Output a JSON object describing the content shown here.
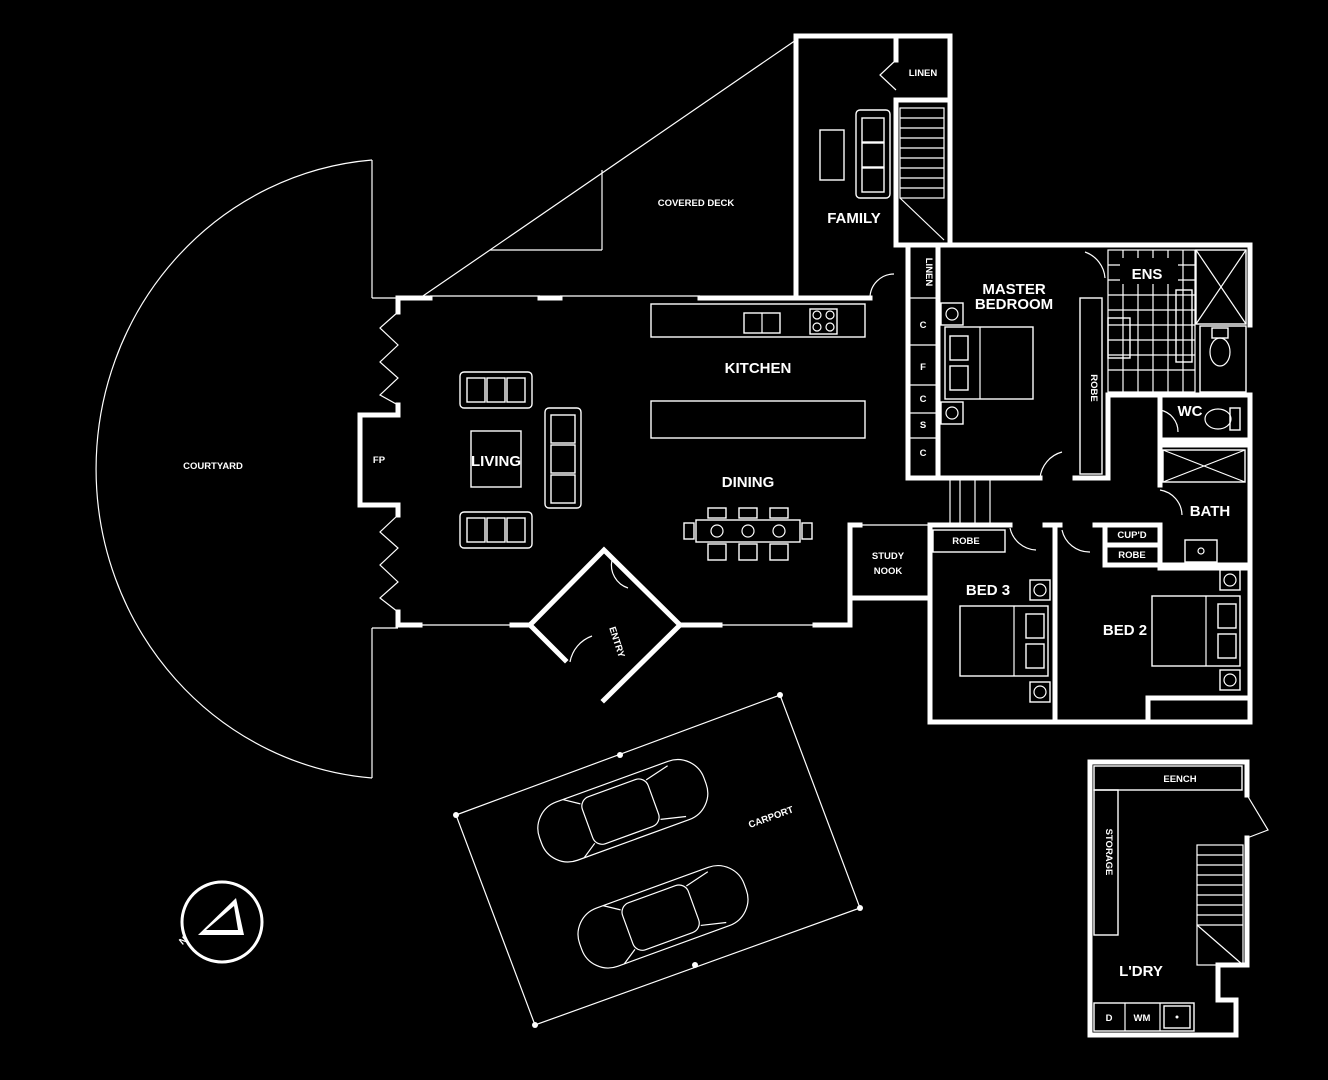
{
  "rooms": {
    "courtyard": "COURTYARD",
    "covered_deck": "COVERED DECK",
    "family": "FAMILY",
    "linen_top": "LINEN",
    "linen_side": "LINEN",
    "master_bedroom_line1": "MASTER",
    "master_bedroom_line2": "BEDROOM",
    "ens": "ENS",
    "robe_master": "ROBE",
    "wc": "WC",
    "bath": "BATH",
    "kitchen": "KITCHEN",
    "living": "LIVING",
    "fp": "FP",
    "dining": "DINING",
    "entry": "ENTRY",
    "study_nook_line1": "STUDY",
    "study_nook_line2": "NOOK",
    "robe_bed3": "ROBE",
    "bed3": "BED 3",
    "cupd": "CUP'D",
    "robe_bed2": "ROBE",
    "bed2": "BED 2",
    "carport": "CARPORT",
    "eench": "EENCH",
    "storage": "STORAGE",
    "ldry": "L'DRY",
    "dryer": "D",
    "washing_machine": "WM"
  },
  "cupboards": [
    "C",
    "F",
    "C",
    "S",
    "C"
  ],
  "compass_letter": "N"
}
